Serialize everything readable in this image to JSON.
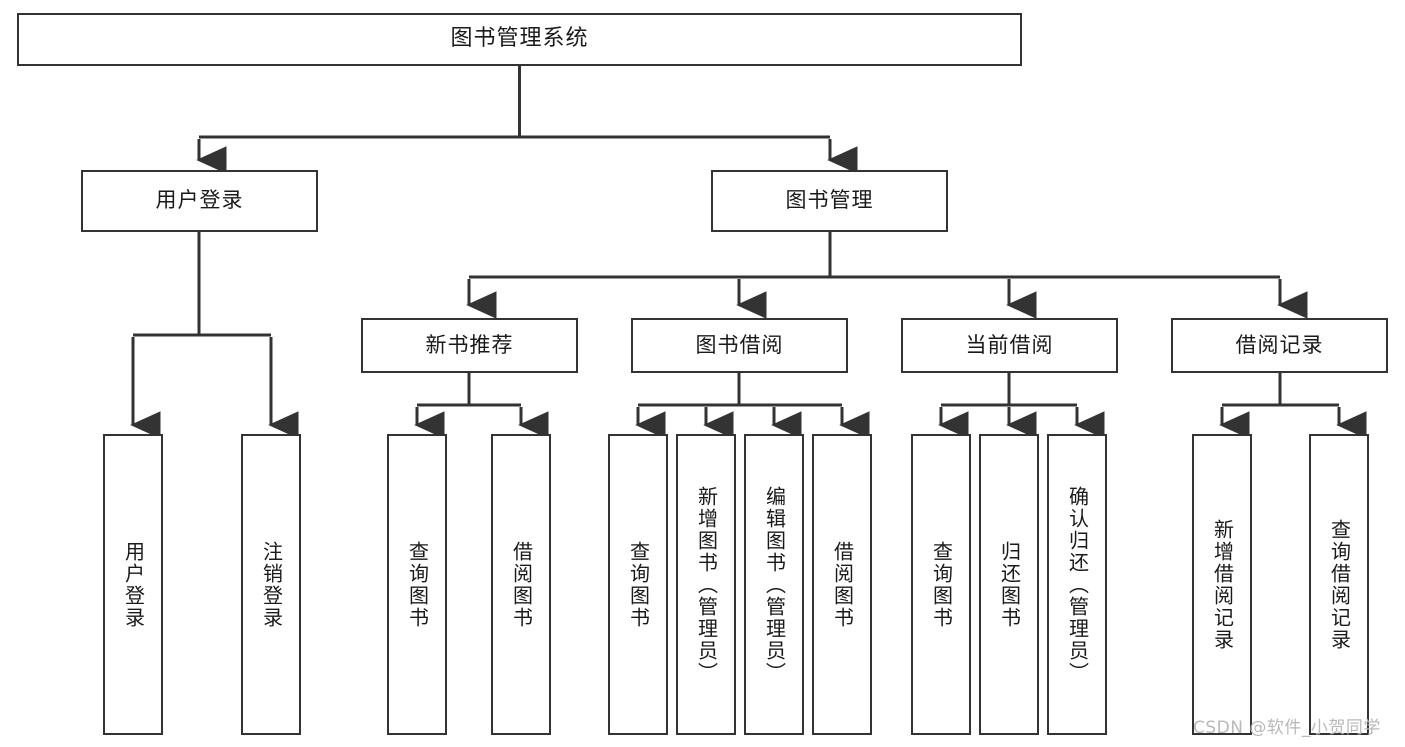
{
  "diagram": {
    "title": "图书管理系统",
    "type": "tree-structure-diagram",
    "colors": {
      "box_border": "#333333",
      "box_fill": "#ffffff",
      "connector": "#333333",
      "text": "#1a1a1a",
      "watermark": "#b9b9b9",
      "background": "#ffffff"
    },
    "root": {
      "label": "图书管理系统"
    },
    "level2": [
      {
        "label": "用户登录"
      },
      {
        "label": "图书管理"
      }
    ],
    "level3": [
      {
        "label": "新书推荐"
      },
      {
        "label": "图书借阅"
      },
      {
        "label": "当前借阅"
      },
      {
        "label": "借阅记录"
      }
    ],
    "leaves": {
      "user_login": [
        {
          "label": "用户登录"
        },
        {
          "label": "注销登录"
        }
      ],
      "new_book_recommend": [
        {
          "label": "查询图书"
        },
        {
          "label": "借阅图书"
        }
      ],
      "book_borrow": [
        {
          "label": "查询图书"
        },
        {
          "label": "新增图书（管理员）"
        },
        {
          "label": "编辑图书（管理员）"
        },
        {
          "label": "借阅图书"
        }
      ],
      "current_borrow": [
        {
          "label": "查询图书"
        },
        {
          "label": "归还图书"
        },
        {
          "label": "确认归还（管理员）"
        }
      ],
      "borrow_records": [
        {
          "label": "新增借阅记录"
        },
        {
          "label": "查询借阅记录"
        }
      ]
    }
  },
  "watermark": {
    "text": "CSDN @软件_小贺同学"
  }
}
